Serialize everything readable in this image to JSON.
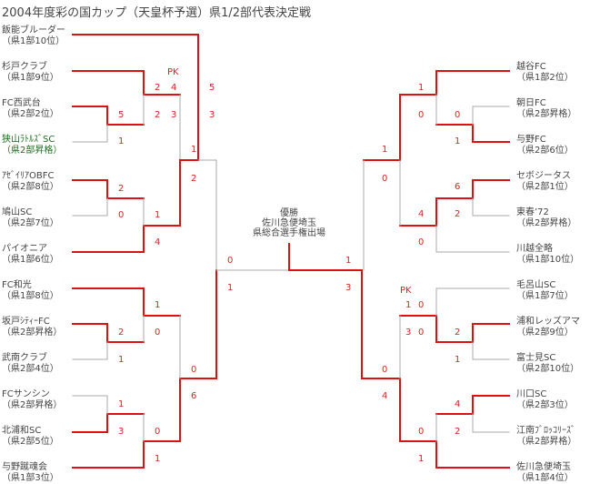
{
  "title": "2004年度彩の国カップ（天皇杯予選）県1/2部代表決定戦",
  "winner": {
    "label": "優勝",
    "name": "佐川急便埼玉",
    "note": "県総合選手権出場"
  },
  "pk_label": "PK",
  "colors": {
    "winner_line": "#dd1111",
    "loser_line": "#aaaaaa",
    "score": "#dd2222",
    "highlight": "#1f6e1f"
  },
  "left_teams": [
    {
      "name": "飯能ブルーダー",
      "rank": "（県1部10位）"
    },
    {
      "name": "杉戸クラブ",
      "rank": "（県1部9位）"
    },
    {
      "name": "FC西武台",
      "rank": "（県2部2位）"
    },
    {
      "name": "狭山ﾗﾄﾙｽﾞSC",
      "rank": "（県2部昇格）"
    },
    {
      "name": "ｱｾﾞｲﾘｱOBFC",
      "rank": "（県2部8位）"
    },
    {
      "name": "鳩山SC",
      "rank": "（県2部7位）"
    },
    {
      "name": "パイオニア",
      "rank": "（県1部6位）"
    },
    {
      "name": "FC和光",
      "rank": "（県1部8位）"
    },
    {
      "name": "坂戸ｼﾃｨｰFC",
      "rank": "（県2部昇格）"
    },
    {
      "name": "武南クラブ",
      "rank": "（県2部4位）"
    },
    {
      "name": "FCサンシン",
      "rank": "（県2部昇格）"
    },
    {
      "name": "北浦和SC",
      "rank": "（県2部5位）"
    },
    {
      "name": "与野蹴魂会",
      "rank": "（県1部3位）"
    }
  ],
  "right_teams": [
    {
      "name": "越谷FC",
      "rank": "（県1部2位）"
    },
    {
      "name": "朝日FC",
      "rank": "（県2部昇格）"
    },
    {
      "name": "与野FC",
      "rank": "（県2部6位）"
    },
    {
      "name": "セボジータス",
      "rank": "（県2部1位）"
    },
    {
      "name": "東春’72",
      "rank": "（県2部昇格）"
    },
    {
      "name": "川越全略",
      "rank": "（県1部10位）"
    },
    {
      "name": "毛呂山SC",
      "rank": "（県1部7位）"
    },
    {
      "name": "浦和レッズアマ",
      "rank": "（県2部9位）"
    },
    {
      "name": "富士見SC",
      "rank": "（県2部10位）"
    },
    {
      "name": "川口SC",
      "rank": "（県2部3位）"
    },
    {
      "name": "江南ﾌﾞﾛｯｺﾘｰｽﾞ",
      "rank": "（県2部昇格）"
    },
    {
      "name": "佐川急便埼玉",
      "rank": "（県1部4位）"
    }
  ],
  "scores": {
    "l_westdai_v_sayama": [
      "5",
      "1"
    ],
    "l_sugito_v_westdai": [
      "2",
      "2"
    ],
    "l_sugito_v_westdai_pk": [
      "4",
      "3"
    ],
    "l_hanno_v_sugito": [
      "5",
      "3"
    ],
    "l_azeiria_v_hatoyama": [
      "2",
      "0"
    ],
    "l_azeiria_v_pioneer": [
      "1",
      "4"
    ],
    "l_hanno_v_pioneer": [
      "1",
      "2"
    ],
    "l_sakado_v_bunan": [
      "2",
      "1"
    ],
    "l_wako_v_sakado": [
      "1",
      "0"
    ],
    "l_sanshin_v_kitaurawa": [
      "1",
      "3"
    ],
    "l_kitaurawa_v_yono": [
      "0",
      "1"
    ],
    "l_wako_v_yono": [
      "0",
      "6"
    ],
    "semi_left": [
      "0",
      "1"
    ],
    "final": [
      "1",
      "3"
    ],
    "r_asahi_v_yono": [
      "0",
      "1"
    ],
    "r_koshigaya_v_yono": [
      "1",
      "0"
    ],
    "r_sebo_v_toshun": [
      "6",
      "2"
    ],
    "r_sebo_v_kawagoe": [
      "4",
      "0"
    ],
    "r_koshigaya_v_sebo": [
      "1",
      "0"
    ],
    "r_urawa_v_fujimi": [
      "2",
      "1"
    ],
    "r_moro_v_urawa": [
      "0",
      "0"
    ],
    "r_moro_v_urawa_pk": [
      "1",
      "3"
    ],
    "r_kawaguchi_v_konan": [
      "4",
      "2"
    ],
    "r_kawaguchi_v_sagawa": [
      "0",
      "1"
    ],
    "r_moro_v_sagawa": [
      "0",
      "4"
    ]
  }
}
